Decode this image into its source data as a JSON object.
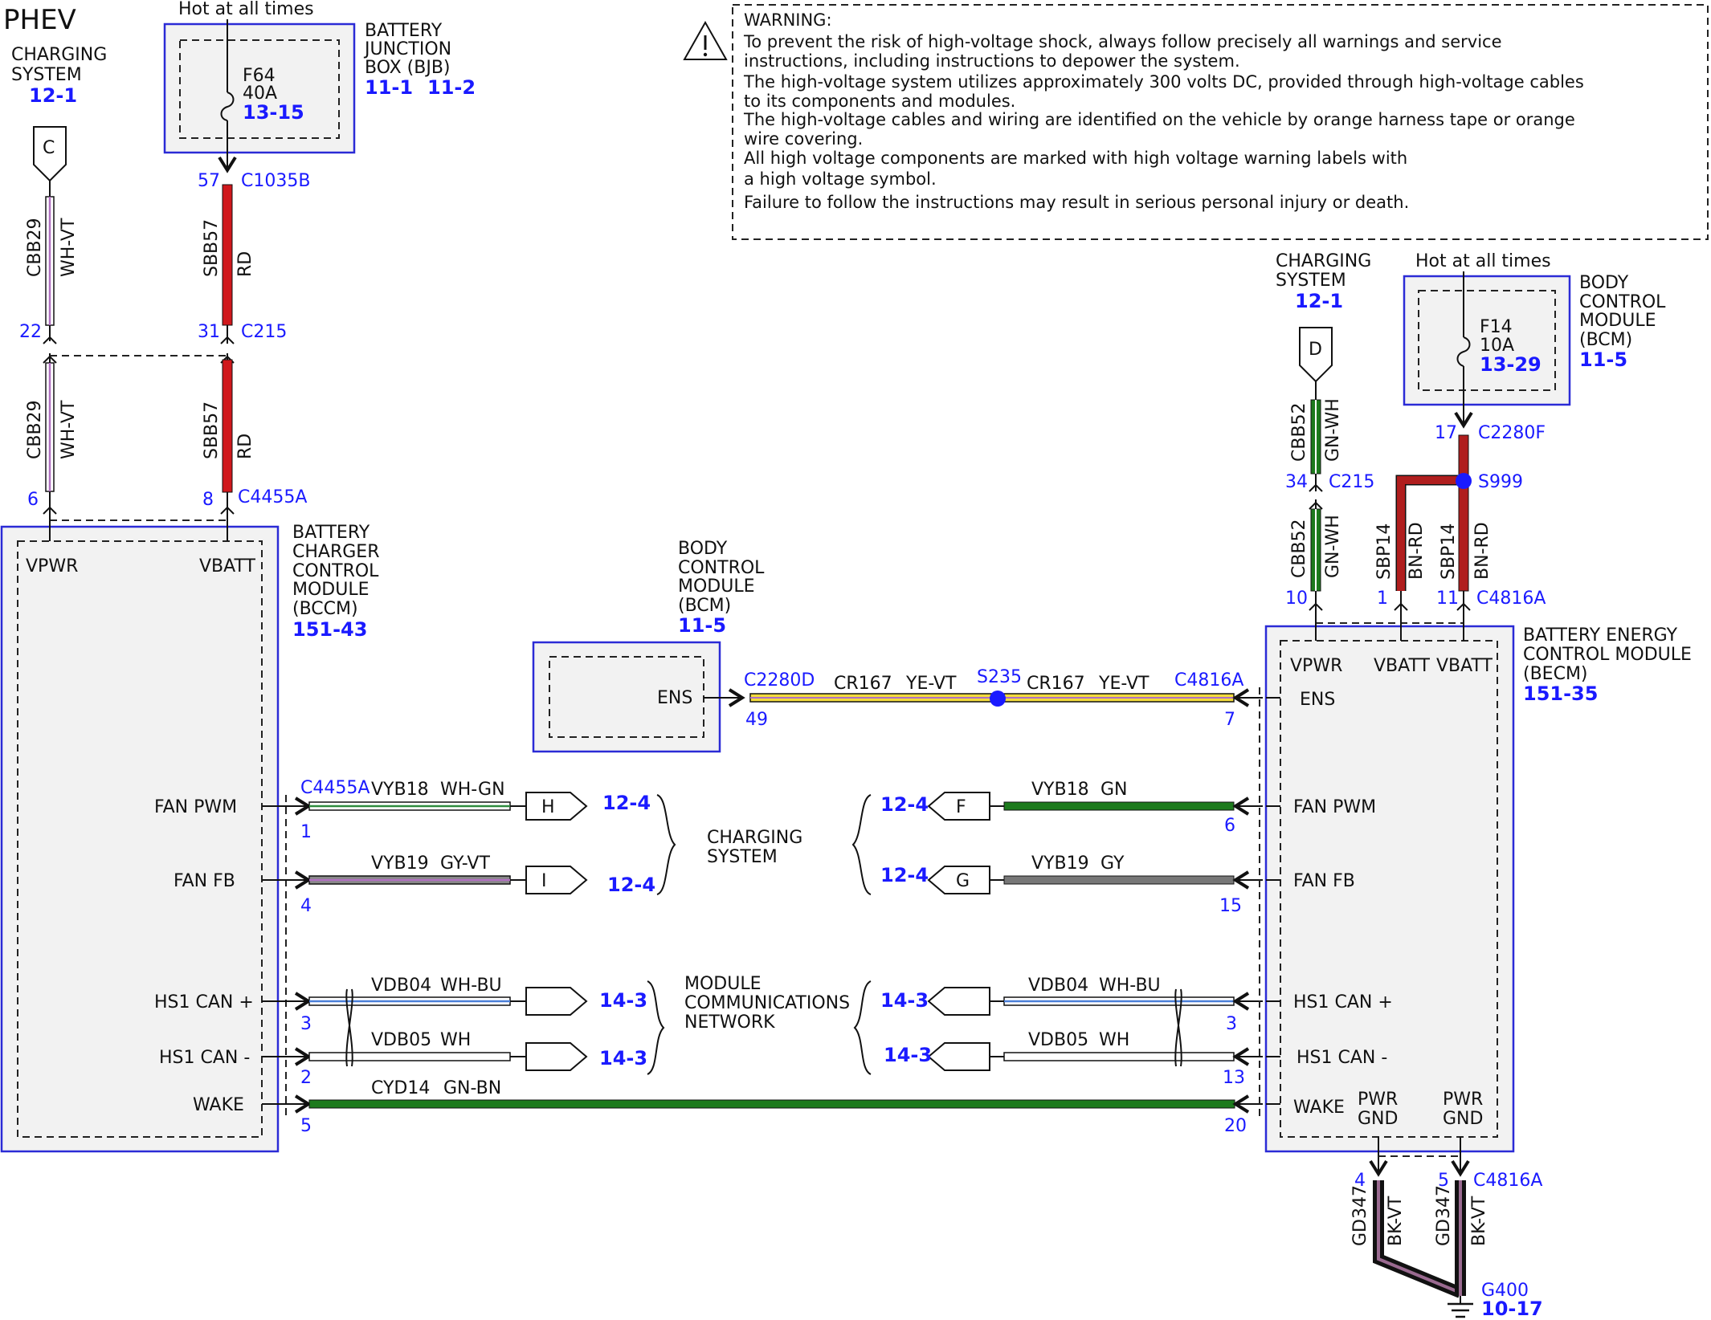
{
  "title": "PHEV",
  "colors": {
    "red": "#d0181c",
    "green": "#1c7a1c",
    "yellow": "#f3dc3c",
    "gray": "#777777",
    "brown_red": "#b01e1e",
    "black_violet": "#2a1a24",
    "module_border": "#2b2bd6",
    "ref_blue": "#1a1aff"
  },
  "icons": [
    "warning-triangle-icon",
    "fuse-icon",
    "ground-icon",
    "splice-dot-icon",
    "twisted-pair-icon"
  ],
  "warning": {
    "title": "WARNING:",
    "lines": [
      "To prevent the risk of high-voltage shock, always follow precisely all warnings and service",
      "instructions, including instructions to depower the system.",
      "The high-voltage system utilizes approximately 300 volts DC, provided through high-voltage cables",
      "to its components and modules.",
      "The high-voltage cables and wiring are identified on the vehicle by orange harness tape or orange",
      "wire covering.",
      "All high voltage components are marked with high voltage warning labels with",
      "a high voltage symbol.",
      "Failure to follow the instructions may result in serious personal injury or death."
    ]
  },
  "left_top": {
    "charging": {
      "line1": "CHARGING",
      "line2": "SYSTEM",
      "ref": "12-1",
      "letter": "C"
    },
    "hot": "Hot at all times",
    "bjb": {
      "line1": "BATTERY",
      "line2": "JUNCTION",
      "line3": "BOX (BJB)",
      "ref1": "11-1",
      "ref2": "11-2"
    },
    "fuse": {
      "name": "F64",
      "rating": "40A",
      "ref": "13-15"
    },
    "wires": {
      "cbb29_circuit": "CBB29",
      "cbb29_color": "WH-VT",
      "sbb57_circuit": "SBB57",
      "sbb57_color": "RD"
    },
    "pins": {
      "c1035b_pin": "57",
      "c1035b": "C1035B",
      "c215_pin_a": "22",
      "c215_pin_b": "31",
      "c215": "C215",
      "c4455a_pin_a": "6",
      "c4455a_pin_b": "8",
      "c4455a": "C4455A"
    }
  },
  "bccm": {
    "line1": "BATTERY",
    "line2": "CHARGER",
    "line3": "CONTROL",
    "line4": "MODULE",
    "line5": "(BCCM)",
    "ref": "151-43",
    "vpwr": "VPWR",
    "vbatt": "VBATT",
    "fan_pwm": "FAN PWM",
    "fan_fb": "FAN FB",
    "hs1_can_plus": "HS1 CAN +",
    "hs1_can_minus": "HS1 CAN -",
    "wake": "WAKE"
  },
  "bcm_mid": {
    "line1": "BODY",
    "line2": "CONTROL",
    "line3": "MODULE",
    "line4": "(BCM)",
    "ref": "11-5",
    "ens": "ENS"
  },
  "ens_wire": {
    "conn_left": "C2280D",
    "pin_left": "49",
    "circuit": "CR167",
    "color": "YE-VT",
    "splice": "S235",
    "conn_right": "C4816A",
    "pin_right": "7"
  },
  "bccm_wires": {
    "conn": "C4455A",
    "fan_pwm": {
      "circuit": "VYB18",
      "color": "WH-GN",
      "pin": "1",
      "letter": "H",
      "ref": "12-4"
    },
    "fan_fb": {
      "circuit": "VYB19",
      "color": "GY-VT",
      "pin": "4",
      "letter": "I",
      "ref": "12-4"
    },
    "can_plus": {
      "circuit": "VDB04",
      "color": "WH-BU",
      "pin": "3",
      "ref": "14-3"
    },
    "can_minus": {
      "circuit": "VDB05",
      "color": "WH",
      "pin": "2",
      "ref": "14-3"
    },
    "wake": {
      "circuit": "CYD14",
      "color": "GN-BN",
      "pin_left": "5",
      "pin_right": "20"
    }
  },
  "center_labels": {
    "charging1": "CHARGING",
    "charging2": "SYSTEM",
    "mcn1": "MODULE",
    "mcn2": "COMMUNICATIONS",
    "mcn3": "NETWORK"
  },
  "becm_wires": {
    "fan_pwm": {
      "circuit": "VYB18",
      "color": "GN",
      "pin": "6",
      "letter": "F",
      "ref": "12-4"
    },
    "fan_fb": {
      "circuit": "VYB19",
      "color": "GY",
      "pin": "15",
      "letter": "G",
      "ref": "12-4"
    },
    "can_plus": {
      "circuit": "VDB04",
      "color": "WH-BU",
      "pin": "3",
      "ref": "14-3"
    },
    "can_minus": {
      "circuit": "VDB05",
      "color": "WH",
      "pin": "13",
      "ref": "14-3"
    }
  },
  "becm": {
    "line1": "BATTERY ENERGY",
    "line2": "CONTROL MODULE",
    "line3": "(BECM)",
    "ref": "151-35",
    "vpwr": "VPWR",
    "vbatt1": "VBATT",
    "vbatt2": "VBATT",
    "ens": "ENS",
    "fan_pwm": "FAN PWM",
    "fan_fb": "FAN FB",
    "hs1_can_plus": "HS1 CAN +",
    "hs1_can_minus": "HS1 CAN -",
    "wake": "WAKE",
    "pwr1": "PWR",
    "gnd1": "GND",
    "pwr2": "PWR",
    "gnd2": "GND"
  },
  "right_top": {
    "charging": {
      "line1": "CHARGING",
      "line2": "SYSTEM",
      "ref": "12-1",
      "letter": "D"
    },
    "hot": "Hot at all times",
    "bcm": {
      "line1": "BODY",
      "line2": "CONTROL",
      "line3": "MODULE",
      "line4": "(BCM)",
      "ref": "11-5"
    },
    "fuse": {
      "name": "F14",
      "rating": "10A",
      "ref": "13-29"
    },
    "c2280f_pin": "17",
    "c2280f": "C2280F",
    "splice": "S999",
    "cbb52_circuit": "CBB52",
    "cbb52_color": "GN-WH",
    "c215_pin": "34",
    "c215": "C215",
    "sbp14_circuit": "SBP14",
    "sbp14_color": "BN-RD",
    "c4816a_pin_a": "10",
    "c4816a_pin_b": "1",
    "c4816a_pin_c": "11",
    "c4816a": "C4816A"
  },
  "ground": {
    "pin_a": "4",
    "pin_b": "5",
    "conn": "C4816A",
    "circuit": "GD347",
    "color": "BK-VT",
    "name": "G400",
    "ref": "10-17"
  }
}
